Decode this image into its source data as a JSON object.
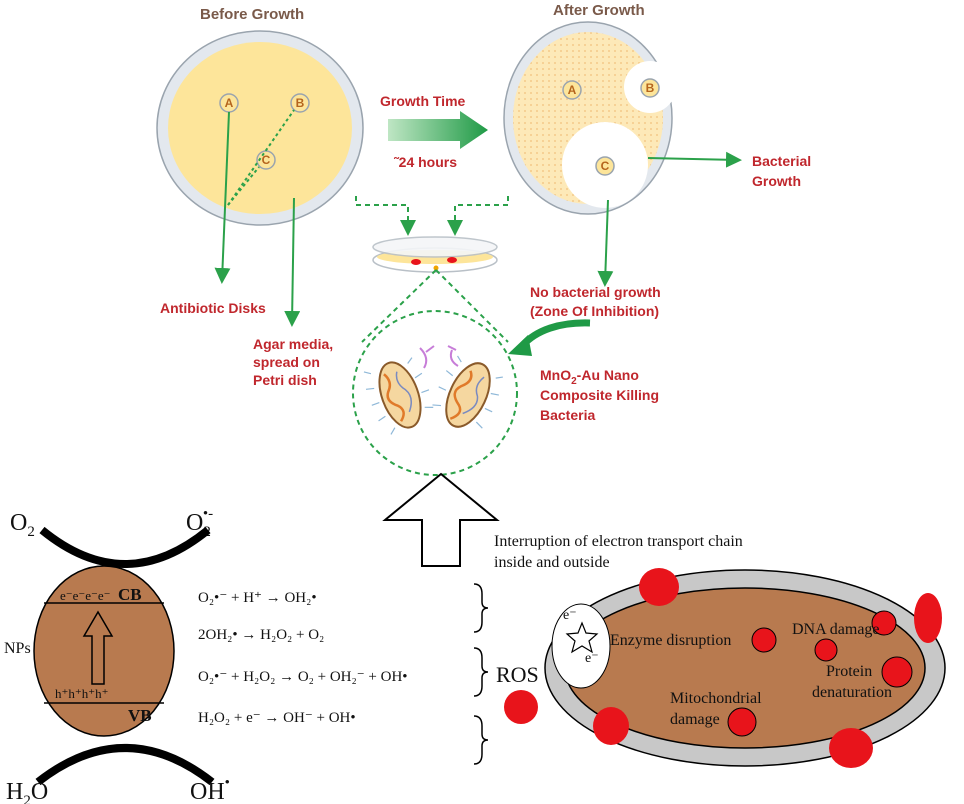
{
  "top": {
    "before_title": "Before Growth",
    "after_title": "After  Growth",
    "disk_a": "A",
    "disk_b": "B",
    "disk_c": "C",
    "growth_time": "Growth Time",
    "growth_hours": "˜24 hours",
    "antibiotic_disks": "Antibiotic Disks",
    "agar_line1": "Agar media,",
    "agar_line2": "spread on",
    "agar_line3": "Petri dish",
    "bacterial_line1": "Bacterial",
    "bacterial_line2": "Growth",
    "no_growth_line1": "No bacterial growth",
    "no_growth_line2": "(Zone Of Inhibition)",
    "killing_line1_pre": "MnO",
    "killing_line1_sub": "2",
    "killing_line1_post": "-Au Nano",
    "killing_line2": "Composite Killing",
    "killing_line3": "Bacteria"
  },
  "bottom": {
    "o2": "O",
    "o2_sub": "2",
    "o2_radical": "O",
    "o2_radical_sub": "2",
    "o2_radical_sup": "•-",
    "h2o": "H",
    "h2o_sub": "2",
    "h2o_post": "O",
    "oh_radical": "OH",
    "oh_radical_sup": "•",
    "cb_label": "CB",
    "vb_label": "VB",
    "electrons": "e⁻e⁻e⁻e⁻",
    "holes": "h⁺h⁺h⁺h⁺",
    "nps_label": "NPs",
    "equations": [
      "O₂•⁻ + H⁺ → OH₂•",
      "2OH₂• → H₂O₂ + O₂",
      "O₂•⁻ + H₂O₂ → O₂ + OH₂⁻ + OH•",
      "H₂O₂ + e⁻ → OH⁻ + OH•"
    ],
    "ros_label": "ROS",
    "interruption_line1": "Interruption of electron transport chain",
    "interruption_line2": "inside and outside",
    "cell_electron_top": "e⁻",
    "cell_electron_bottom": "e⁻",
    "enzyme": "Enzyme disruption",
    "dna": "DNA damage",
    "protein_line1": "Protein",
    "protein_line2": "denaturation",
    "mito_line1": "Mitochondrial",
    "mito_line2": "damage"
  },
  "colors": {
    "plate_fill": "#fde59a",
    "plate_rim": "#dde3ea",
    "arrow_green": "#2ba14a",
    "label_red": "#c0272d",
    "nps_brown": "#b87a4f",
    "ros_red": "#e8141b",
    "membrane_gray": "#c8c8c8"
  }
}
